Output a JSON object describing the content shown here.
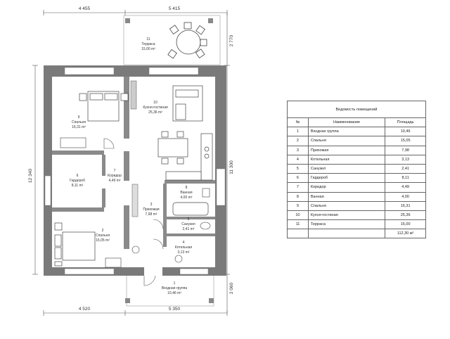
{
  "plan": {
    "dims": {
      "top_left": "4 455",
      "top_right": "5 415",
      "bottom_left": "4 520",
      "bottom_right": "5 350",
      "left": "12 340",
      "right_total": "11 300",
      "right_top": "2 770",
      "right_bottom": "2 060"
    },
    "rooms": [
      {
        "num": "1",
        "name": "Входная группа",
        "area": "10,46 m²"
      },
      {
        "num": "2",
        "name": "Спальня",
        "area": "15,05 m²"
      },
      {
        "num": "3",
        "name": "Прихожая",
        "area": "7,98 m²"
      },
      {
        "num": "4",
        "name": "Котельная",
        "area": "3,13 m²"
      },
      {
        "num": "5",
        "name": "Санузел",
        "area": "2,41 m²"
      },
      {
        "num": "6",
        "name": "Гардероб",
        "area": "8,11 m²"
      },
      {
        "num": "7",
        "name": "Коридор",
        "area": "4,49 m²"
      },
      {
        "num": "8",
        "name": "Ванная",
        "area": "4,00 m²"
      },
      {
        "num": "9",
        "name": "Спальня",
        "area": "16,31 m²"
      },
      {
        "num": "10",
        "name": "Кухня-гостиная",
        "area": "25,36 m²"
      },
      {
        "num": "11",
        "name": "Терраса",
        "area": "15,00 m²"
      }
    ]
  },
  "schedule": {
    "title": "Ведомость помещений",
    "headers": [
      "№",
      "Наименование",
      "Площадь"
    ],
    "rows": [
      [
        "1",
        "Входная группа",
        "10,46"
      ],
      [
        "2",
        "Спальня",
        "15,05"
      ],
      [
        "3",
        "Прихожая",
        "7,98"
      ],
      [
        "4",
        "Котельная",
        "3,13"
      ],
      [
        "5",
        "Санузел",
        "2,41"
      ],
      [
        "6",
        "Гардероб",
        "8,11"
      ],
      [
        "7",
        "Коридор",
        "4,49"
      ],
      [
        "8",
        "Ванная",
        "4,00"
      ],
      [
        "9",
        "Спальня",
        "16,31"
      ],
      [
        "10",
        "Кухня-гостиная",
        "25,36"
      ],
      [
        "11",
        "Терраса",
        "15,00"
      ]
    ],
    "total": "112,30 м²"
  }
}
